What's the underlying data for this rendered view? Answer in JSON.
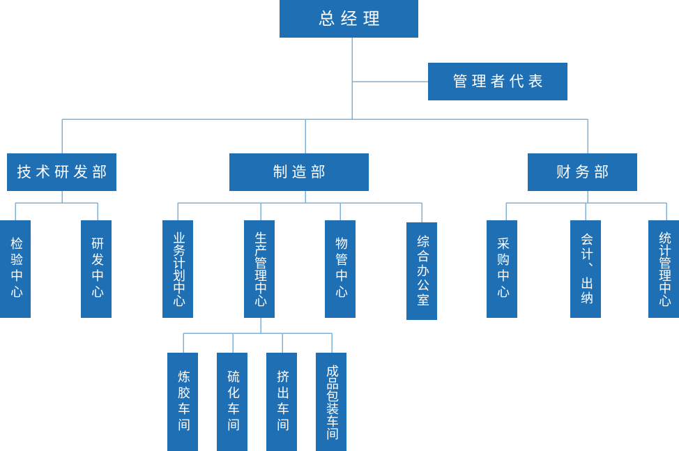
{
  "org": {
    "ceo": "总经理",
    "mgmt_rep": "管理者代表",
    "departments": {
      "tech": {
        "label": "技术研发部",
        "children": [
          "检验中心",
          "研发中心"
        ]
      },
      "manufacturing": {
        "label": "制造部",
        "children": [
          "业务计划中心",
          "生产管理中心",
          "物管中心",
          "综合办公室"
        ]
      },
      "finance": {
        "label": "财务部",
        "children": [
          "采购中心",
          "会计、出纳",
          "统计管理中心"
        ]
      }
    },
    "workshops": [
      "炼胶车间",
      "硫化车间",
      "挤出车间",
      "成品包装车间"
    ]
  },
  "colors": {
    "box": "#1f6fb4",
    "line": "#7fb0d5",
    "text": "#ffffff"
  }
}
